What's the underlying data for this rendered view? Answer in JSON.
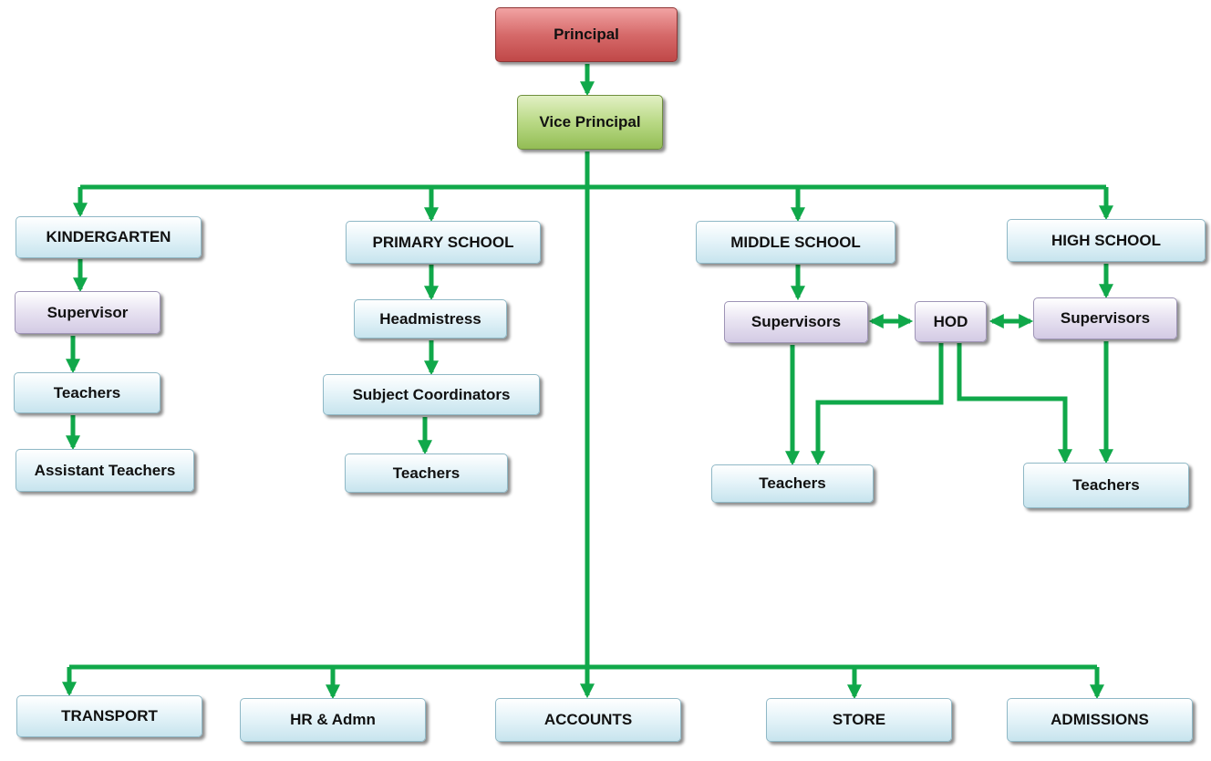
{
  "colors": {
    "connector": "#10a84a"
  },
  "top": {
    "principal": "Principal",
    "vice_principal": "Vice Principal"
  },
  "kindergarten": {
    "title": "KINDERGARTEN",
    "supervisor": "Supervisor",
    "teachers": "Teachers",
    "assistant_teachers": "Assistant Teachers"
  },
  "primary": {
    "title": "PRIMARY SCHOOL",
    "headmistress": "Headmistress",
    "subject_coordinators": "Subject Coordinators",
    "teachers": "Teachers"
  },
  "middle": {
    "title": "MIDDLE SCHOOL",
    "supervisors": "Supervisors",
    "teachers": "Teachers"
  },
  "hod": "HOD",
  "high": {
    "title": "HIGH SCHOOL",
    "supervisors": "Supervisors",
    "teachers": "Teachers"
  },
  "admin": {
    "transport": "TRANSPORT",
    "hr": "HR & Admn",
    "accounts": "ACCOUNTS",
    "store": "STORE",
    "admissions": "ADMISSIONS"
  }
}
